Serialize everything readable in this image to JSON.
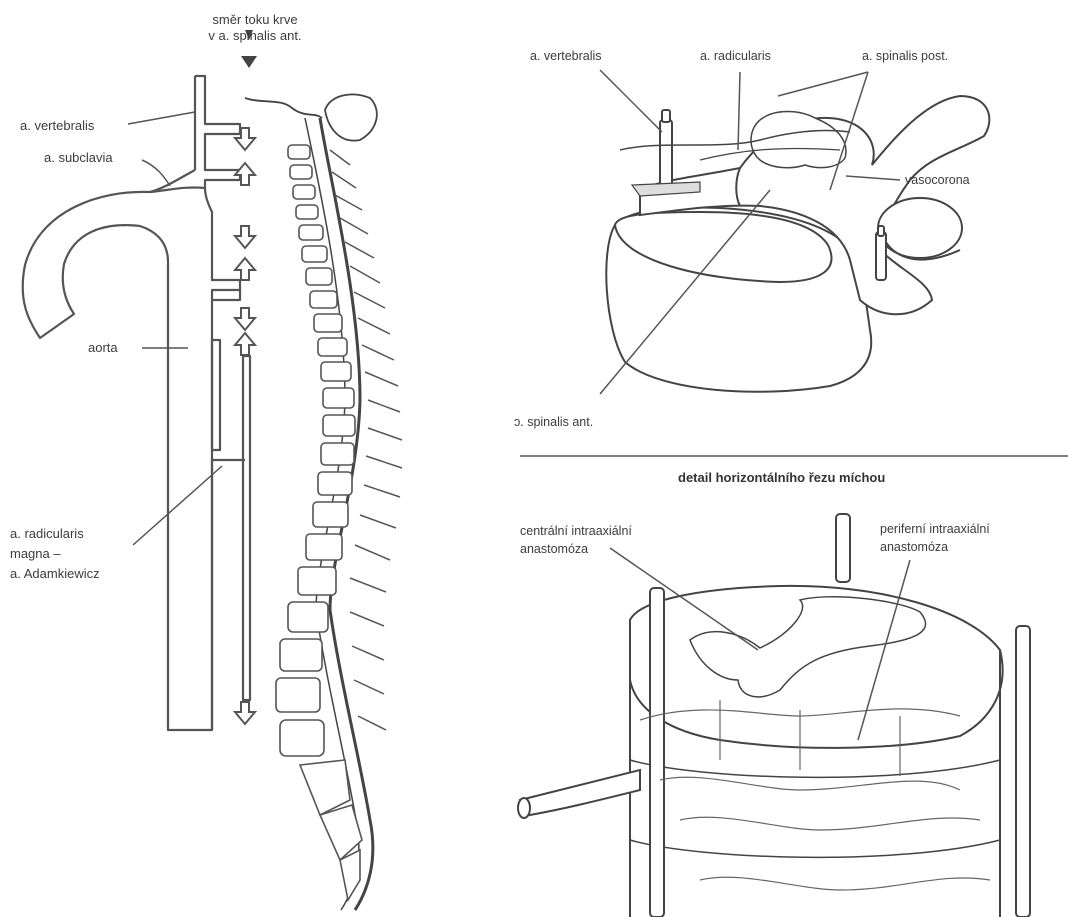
{
  "left_panel": {
    "flow_direction": "směr toku krve\nv a. spinalis ant.",
    "labels": {
      "vertebralis": "a. vertebralis",
      "subclavia": "a. subclavia",
      "aorta": "aorta",
      "adamkiewicz": "a. radicularis\nmagna –\na. Adamkiewicz"
    }
  },
  "top_right": {
    "labels": {
      "vertebralis": "a. vertebralis",
      "radicularis": "a. radicularis",
      "spinalis_post": "a. spinalis post.",
      "vasocorona": "vasocorona",
      "spinalis_ant": "ɔ. spinalis ant."
    }
  },
  "bottom_right": {
    "title": "detail horizontálního řezu míchou",
    "labels": {
      "central": "centrální intraaxiální\nanastomóza",
      "peripheral": "periferní intraaxiální\nanastomóza"
    }
  },
  "colors": {
    "line": "#555555",
    "text": "#3c3c3c",
    "background": "#ffffff"
  }
}
